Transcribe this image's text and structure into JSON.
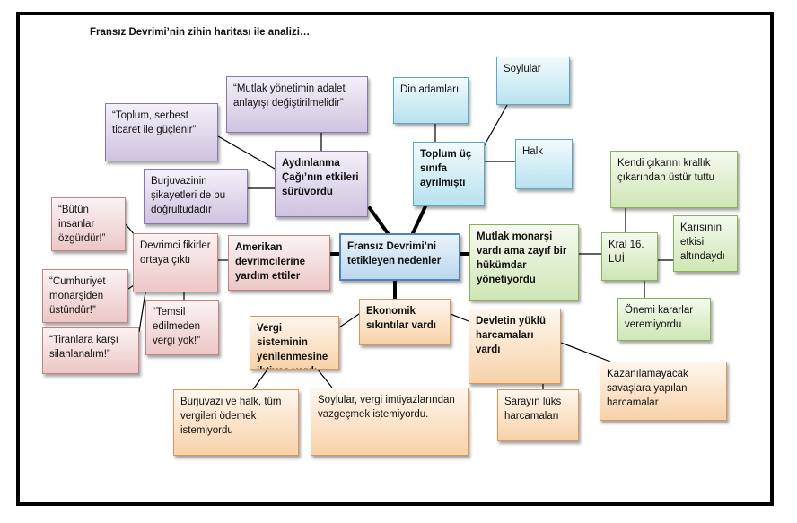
{
  "title": "Fransız Devrimi’nin zihin haritası ile analizi…",
  "center": "Fransız Devrimi’ni tetikleyen nedenler",
  "enlightenment": {
    "main": "Aydınlanma Çağı’nın etkileri sürüvordu",
    "q_absolute": "“Mutlak yönetimin adalet anlayışı değiştirilmelidir”",
    "q_trade": "“Toplum, serbest ticaret ile güçlenir”",
    "bourgeoisie": "Burjuvazinin şikayetleri de bu doğrultudadır"
  },
  "society": {
    "main": "Toplum üç sınıfa ayrılmıştı",
    "clergy": "Din adamları",
    "nobles": "Soylular",
    "people": "Halk"
  },
  "monarchy": {
    "main": "Mutlak monarşi vardı ama zayıf bir hükümdar yönetiyordu",
    "king": "Kral 16. LUİ",
    "self_interest": "Kendi çıkarını krallık çıkarından üstür tuttu",
    "wife": "Karısının etkisi altındaydı",
    "decisions": "Önemi kararlar veremiyordu"
  },
  "america": {
    "main": "Amerikan devrimcilerine yardım ettiler",
    "thinkers": "Devrimci fikirler ortaya çıktı",
    "q_free": "“Bütün insanlar özgürdür!”",
    "q_republic": "“Cumhuriyet monarşiden üstündür!”",
    "q_tyrants": "“Tiranlara karşı silahlanalım!”",
    "q_tax": "“Temsil edilmeden vergi yok!”"
  },
  "economy": {
    "main": "Ekonomik sıkıntılar vardı",
    "tax_reform": "Vergi sisteminin yenilenmesine ihtiyaç vardı",
    "bourgeois_people": "Burjuvazi ve halk, tüm vergileri ödemek istemiyordu",
    "nobles_tax": "Soylular, vergi imtiyazlarından vazgeçmek istemiyordu.",
    "burden": "Devletin yüklü harcamaları vardı",
    "palace": "Sarayın lüks harcamaları",
    "wars": "Kazanılamayacak savaşlara yapılan harcamalar"
  }
}
